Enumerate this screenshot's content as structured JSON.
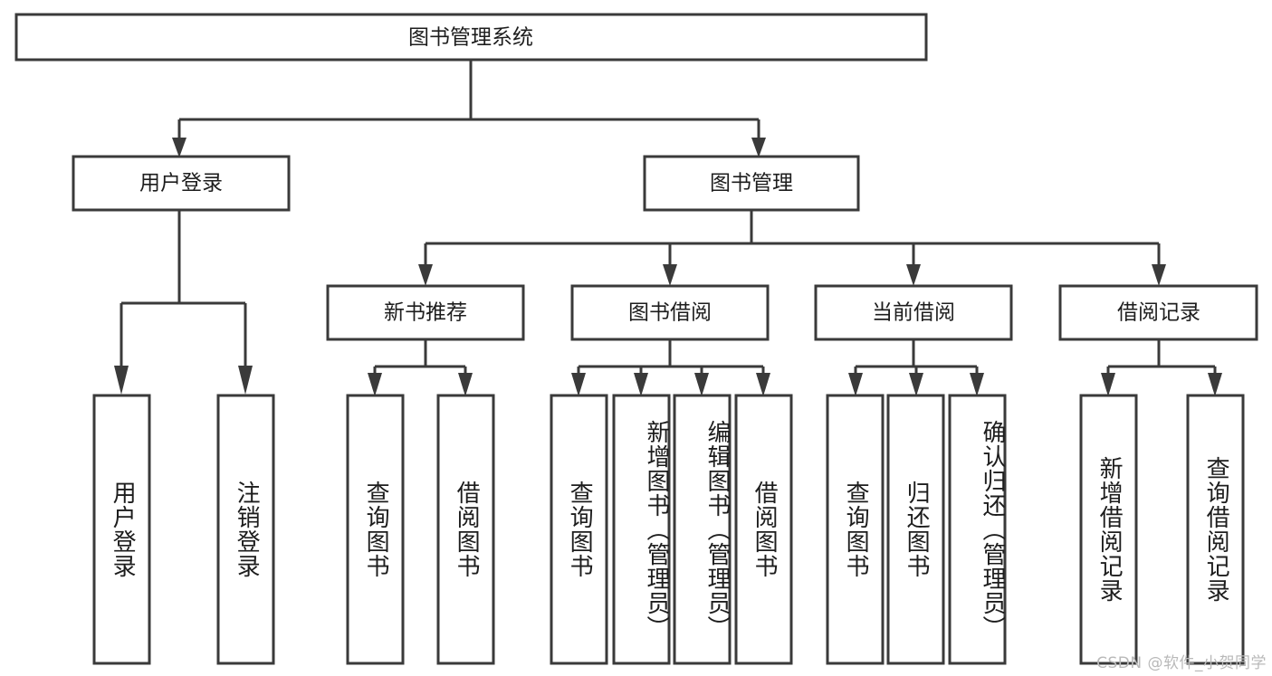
{
  "diagram": {
    "title": "图书管理系统",
    "type": "tree",
    "root": {
      "id": "root",
      "label": "图书管理系统",
      "orientation": "horizontal"
    },
    "level1": [
      {
        "id": "user-login",
        "label": "用户登录",
        "orientation": "horizontal"
      },
      {
        "id": "book-manage",
        "label": "图书管理",
        "orientation": "horizontal"
      }
    ],
    "level2": [
      {
        "id": "new-book-rec",
        "label": "新书推荐",
        "parent": "book-manage",
        "orientation": "horizontal"
      },
      {
        "id": "book-borrow",
        "label": "图书借阅",
        "parent": "book-manage",
        "orientation": "horizontal"
      },
      {
        "id": "current-borrow",
        "label": "当前借阅",
        "parent": "book-manage",
        "orientation": "horizontal"
      },
      {
        "id": "borrow-record",
        "label": "借阅记录",
        "parent": "book-manage",
        "orientation": "horizontal"
      }
    ],
    "leaves": [
      {
        "id": "leaf-user-login",
        "label": "用户登录",
        "parent": "user-login",
        "orientation": "vertical"
      },
      {
        "id": "leaf-logout",
        "label": "注销登录",
        "parent": "user-login",
        "orientation": "vertical"
      },
      {
        "id": "leaf-query-book-1",
        "label": "查询图书",
        "parent": "new-book-rec",
        "orientation": "vertical"
      },
      {
        "id": "leaf-borrow-book-1",
        "label": "借阅图书",
        "parent": "new-book-rec",
        "orientation": "vertical"
      },
      {
        "id": "leaf-query-book-2",
        "label": "查询图书",
        "parent": "book-borrow",
        "orientation": "vertical"
      },
      {
        "id": "leaf-add-book",
        "label": "新增图书（管理员）",
        "parent": "book-borrow",
        "orientation": "vertical"
      },
      {
        "id": "leaf-edit-book",
        "label": "编辑图书（管理员）",
        "parent": "book-borrow",
        "orientation": "vertical"
      },
      {
        "id": "leaf-borrow-book-2",
        "label": "借阅图书",
        "parent": "book-borrow",
        "orientation": "vertical"
      },
      {
        "id": "leaf-query-book-3",
        "label": "查询图书",
        "parent": "current-borrow",
        "orientation": "vertical"
      },
      {
        "id": "leaf-return-book",
        "label": "归还图书",
        "parent": "current-borrow",
        "orientation": "vertical"
      },
      {
        "id": "leaf-confirm-return",
        "label": "确认归还（管理员）",
        "parent": "current-borrow",
        "orientation": "vertical"
      },
      {
        "id": "leaf-add-record",
        "label": "新增借阅记录",
        "parent": "borrow-record",
        "orientation": "vertical"
      },
      {
        "id": "leaf-query-record",
        "label": "查询借阅记录",
        "parent": "borrow-record",
        "orientation": "vertical"
      }
    ],
    "colors": {
      "box_stroke": "#3a3a3a",
      "box_fill": "#ffffff",
      "text": "#1d1d1d",
      "connector": "#3a3a3a",
      "background": "#ffffff"
    }
  },
  "watermark": {
    "text": "CSDN @软件_小贺同学",
    "color": "#b9b9b9"
  }
}
